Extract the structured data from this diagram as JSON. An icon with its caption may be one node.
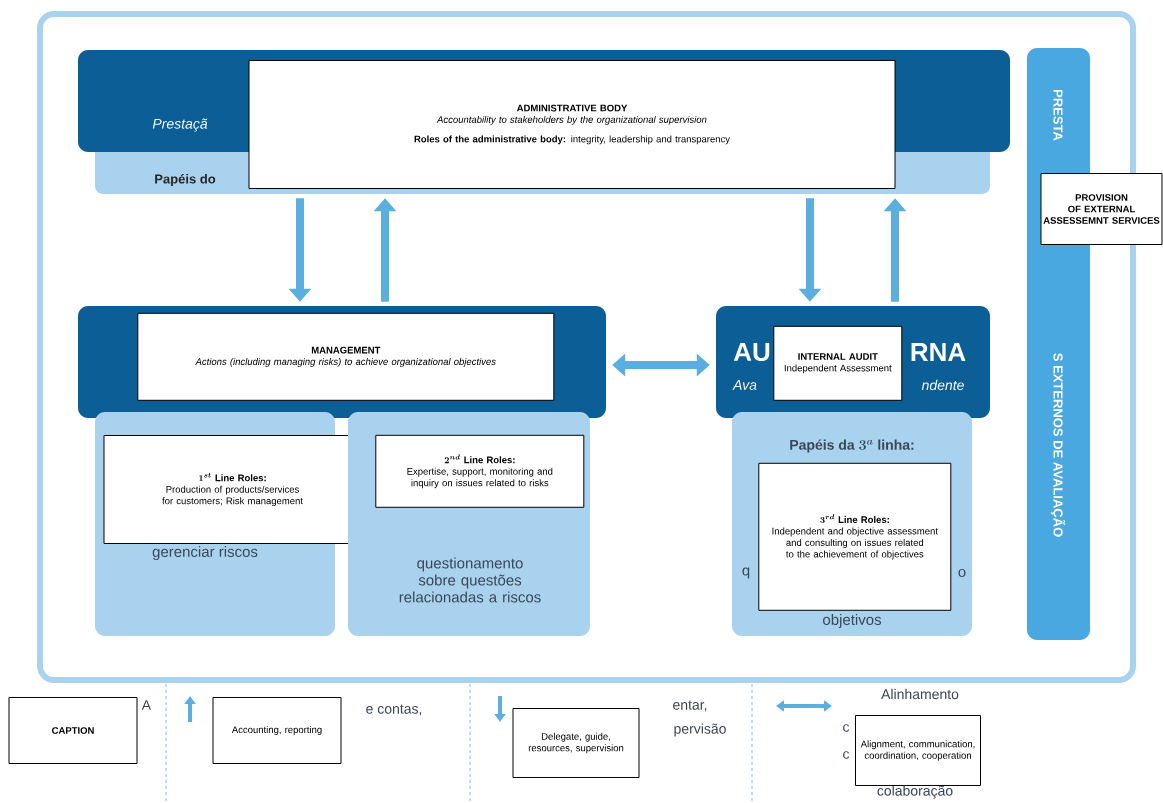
{
  "diagram": {
    "nodes": [
      {
        "text": [
          "Prestaçã",
          "Papéis do"
        ]
      },
      {
        "text": [
          "ADMINISTRATIVE BODY",
          "Accountability to stakeholders by the organizational supervision",
          "**Roles of the administrative body:** integrity, leadership and transparency"
        ]
      },
      {
        "text": [],
        "shape": "box"
      },
      {
        "text": [
          "MANAGEMENT",
          "Actions (including managing risks) to achieve organizational objectives"
        ],
        "in": 2
      },
      {
        "text": [
          "gerenciar riscos"
        ]
      },
      {
        "text": [
          "1^{st}\\mbox{ Line Roles:}",
          "Production of products/services for customers; Risk management"
        ]
      },
      {
        "text": [
          "questionamento sobre questões relacionadas a riscos"
        ]
      },
      {
        "text": [
          "2^{nd}\\mbox{ Line Roles:}",
          "Expertise, support, monitoring and inquiry on issues related to risks"
        ],
        "in": 6
      },
      {
        "text": [
          "AU",
          "RNA",
          "Ava",
          "ndente"
        ]
      },
      {
        "text": [
          "INTERNAL AUDIT",
          "Independent Assessment"
        ],
        "in": 8
      },
      {
        "text": [
          "\\mbox{Papéis da }3^{a}\\mbox{ linha:}",
          "q",
          "o",
          "objetivos"
        ]
      },
      {
        "text": [
          "3^{rd}\\mbox{ Line Roles:}",
          "Independent and objective assessment and consulting on issues related to the achievement of objectives"
        ],
        "in": 10
      },
      {
        "text": [
          "PRESTA",
          "S EXTERNOS DE AVALIAÇÃO"
        ]
      },
      {
        "text": [
          "PROVISION OF EXTERNAL ASSESSEMNT SERVICES"
        ]
      },
      {
        "text": [
          "CAPTION"
        ],
        "beside": [
          "A"
        ]
      }
    ],
    "edges": [
      {
        "from": 0,
        "to": 2,
        "arrow": "to"
      },
      {
        "from": 2,
        "to": 0,
        "arrow": "to"
      },
      {
        "from": 2,
        "to": 8,
        "arrow": "both"
      },
      {
        "from": 0,
        "to": 8,
        "arrow": "to"
      },
      {
        "from": 8,
        "to": 0,
        "arrow": "to"
      }
    ],
    "labels": [
      "e contas,",
      "entar,",
      "pervisão",
      "Alinhamento",
      "c",
      "c",
      "colaboração"
    ],
    "legend": [
      {
        "text": "Accounting, reporting"
      },
      {
        "text": "Delegate, guide, resources, supervision"
      },
      {
        "text": "Alignment, communication, coordination, cooperation"
      }
    ]
  }
}
